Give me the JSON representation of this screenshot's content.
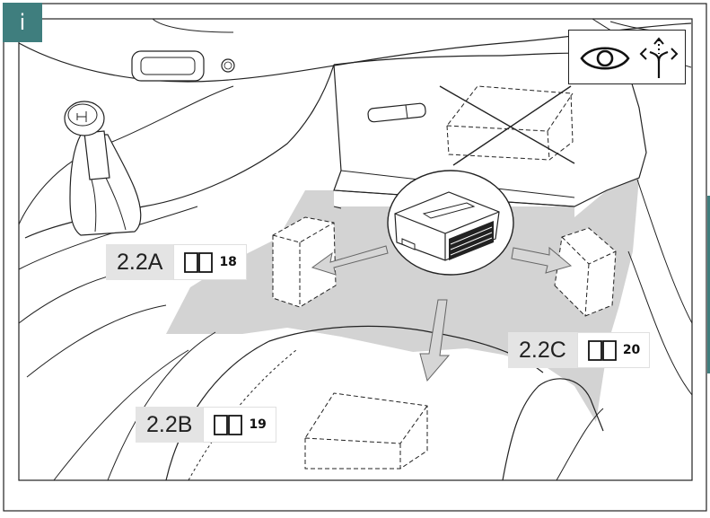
{
  "badge": {
    "letter": "i",
    "color": "#3f7e7e"
  },
  "icons": [
    "eye-icon",
    "direction-arrows-icon"
  ],
  "labels": {
    "a": {
      "code": "2.2A",
      "page": "18"
    },
    "b": {
      "code": "2.2B",
      "page": "19"
    },
    "c": {
      "code": "2.2C",
      "page": "20"
    }
  },
  "colors": {
    "highlight": "#d3d3d3",
    "arrow": "#d6d6d6",
    "accent": "#3f7e7e"
  }
}
